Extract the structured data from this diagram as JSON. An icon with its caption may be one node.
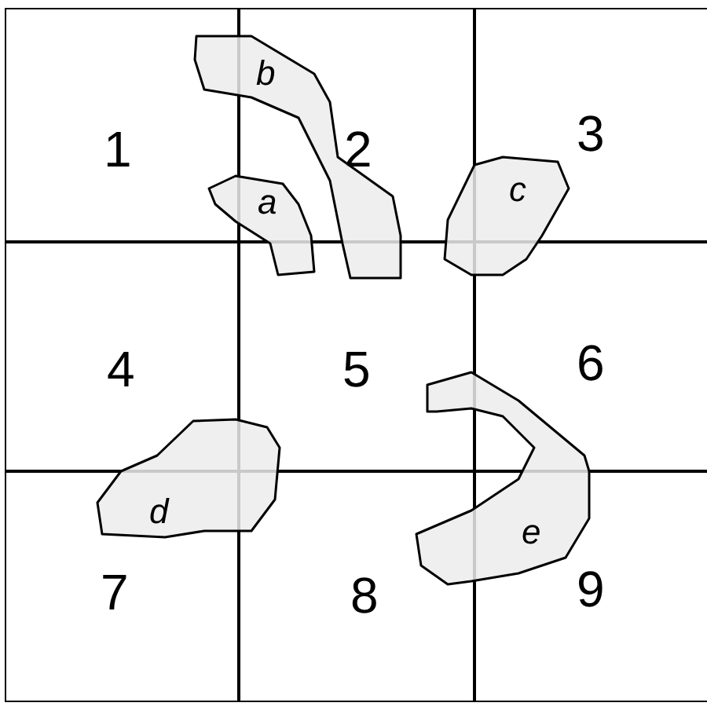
{
  "diagram": {
    "nodes": [
      {
        "text": [
          "1"
        ]
      },
      {
        "text": [
          "2"
        ]
      },
      {
        "text": [
          "3"
        ]
      },
      {
        "text": [
          "4"
        ]
      },
      {
        "text": [
          "5"
        ]
      },
      {
        "text": [
          "6"
        ]
      },
      {
        "text": [
          "7"
        ]
      },
      {
        "text": [
          "8"
        ]
      },
      {
        "text": [
          "9"
        ]
      },
      {
        "text": [
          "a"
        ]
      },
      {
        "text": [
          "b"
        ]
      },
      {
        "text": [
          "c"
        ]
      },
      {
        "text": [
          "d"
        ]
      },
      {
        "text": [
          "e"
        ]
      }
    ]
  }
}
